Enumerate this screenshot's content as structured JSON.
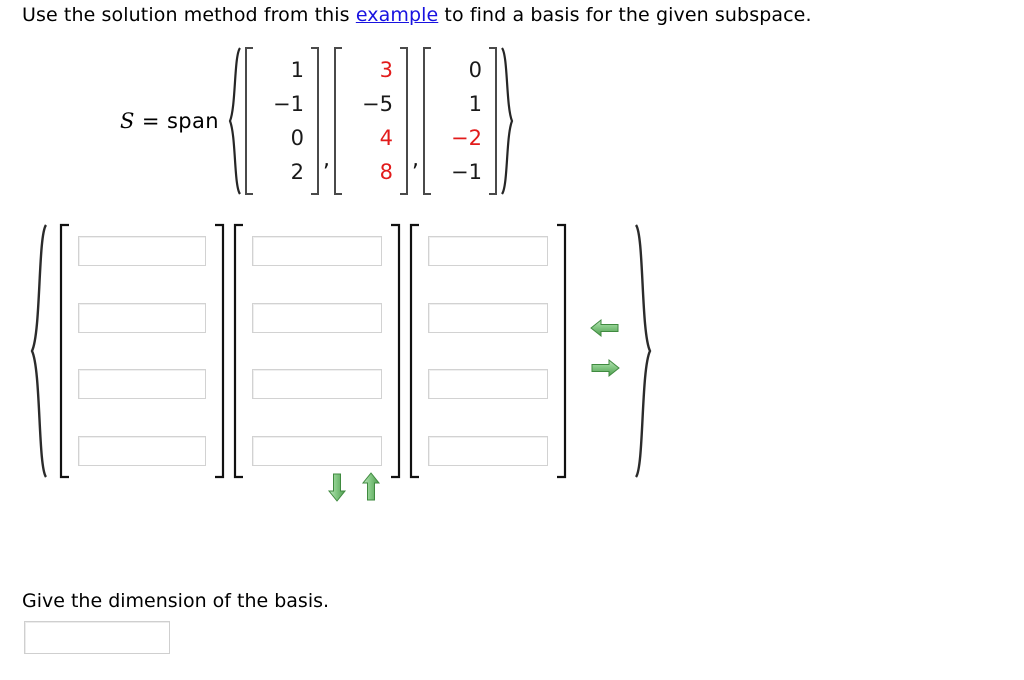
{
  "prompt": {
    "before_link": "Use the solution method from this ",
    "link_text": "example",
    "after_link": " to find a basis for the given subspace.",
    "link_color": "#1812e0"
  },
  "span_expression": {
    "lhs_variable": "S",
    "lhs_operator": "=",
    "lhs_function": "span",
    "comma": ",",
    "open_brace": "{",
    "close_brace": "}",
    "vectors": [
      {
        "entries": [
          {
            "value": "1",
            "color": "black"
          },
          {
            "value": "−1",
            "color": "black"
          },
          {
            "value": "0",
            "color": "black"
          },
          {
            "value": "2",
            "color": "black"
          }
        ]
      },
      {
        "entries": [
          {
            "value": "3",
            "color": "red"
          },
          {
            "value": "−5",
            "color": "black"
          },
          {
            "value": "4",
            "color": "red"
          },
          {
            "value": "8",
            "color": "red"
          }
        ]
      },
      {
        "entries": [
          {
            "value": "0",
            "color": "black"
          },
          {
            "value": "1",
            "color": "black"
          },
          {
            "value": "−2",
            "color": "red"
          },
          {
            "value": "−1",
            "color": "black"
          }
        ]
      }
    ],
    "entry_red_color": "#e21b1b",
    "entry_black_color": "#1a1a1a"
  },
  "answer": {
    "open_brace": "{",
    "close_brace": "}",
    "matrices": [
      {
        "cells": [
          "",
          "",
          "",
          ""
        ],
        "placeholders": [
          "",
          "",
          "",
          ""
        ]
      },
      {
        "cells": [
          "",
          "",
          "",
          ""
        ],
        "placeholders": [
          "",
          "",
          "",
          ""
        ]
      },
      {
        "cells": [
          "",
          "",
          "",
          ""
        ],
        "placeholders": [
          "",
          "",
          "",
          ""
        ]
      }
    ],
    "arrows": {
      "left_label": "left-arrow",
      "right_label": "right-arrow",
      "down_label": "down-arrow",
      "up_label": "up-arrow",
      "color": "#6cbf6c"
    }
  },
  "dimension_question": {
    "label": "Give the dimension of the basis.",
    "input_value": "",
    "input_placeholder": ""
  }
}
